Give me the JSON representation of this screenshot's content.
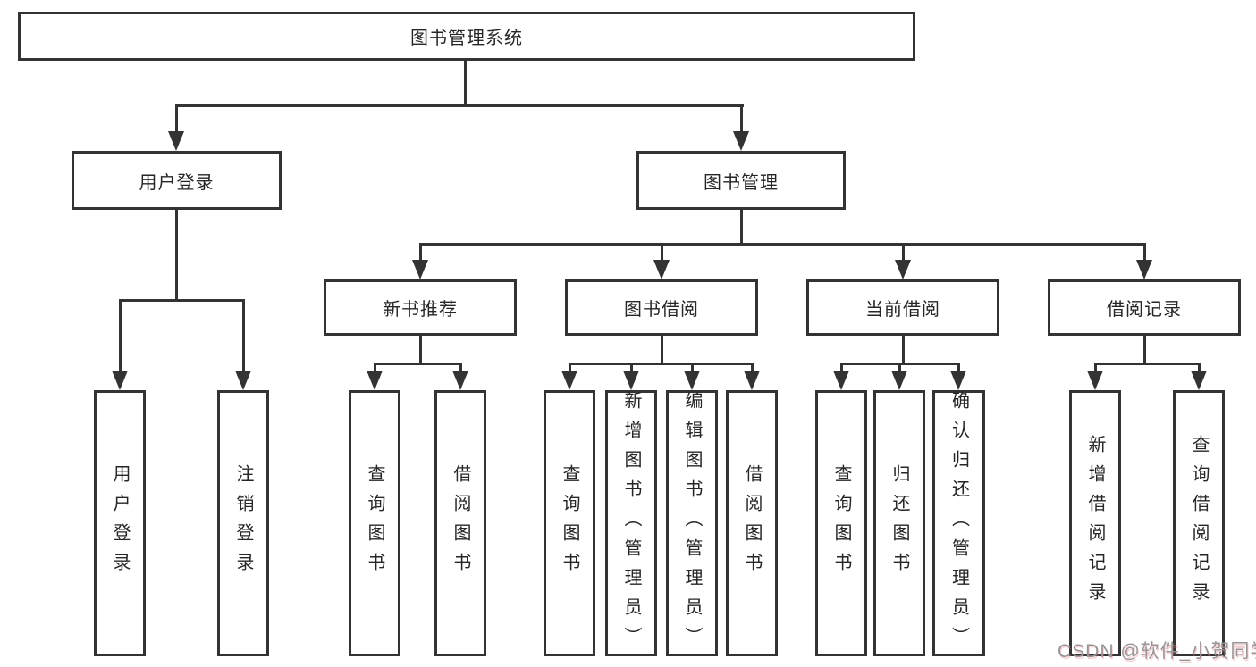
{
  "diagram": {
    "type": "tree",
    "title": "图书管理系统",
    "nodes": {
      "root": "图书管理系统",
      "user_login": "用户登录",
      "book_mgmt": "图书管理",
      "new_book": "新书推荐",
      "book_borrow": "图书借阅",
      "current_borrow": "当前借阅",
      "borrow_record": "借阅记录",
      "leaf_user_login": "用户登录",
      "leaf_logout": "注销登录",
      "leaf_nb_query": "查询图书",
      "leaf_nb_borrow": "借阅图书",
      "leaf_bb_query": "查询图书",
      "leaf_bb_add": "新增图书（管理员）",
      "leaf_bb_edit": "编辑图书（管理员）",
      "leaf_bb_borrow": "借阅图书",
      "leaf_cb_query": "查询图书",
      "leaf_cb_return": "归还图书",
      "leaf_cb_confirm": "确认归还（管理员）",
      "leaf_br_add": "新增借阅记录",
      "leaf_br_query": "查询借阅记录"
    },
    "hierarchy": {
      "图书管理系统": {
        "用户登录": [
          "用户登录",
          "注销登录"
        ],
        "图书管理": {
          "新书推荐": [
            "查询图书",
            "借阅图书"
          ],
          "图书借阅": [
            "查询图书",
            "新增图书（管理员）",
            "编辑图书（管理员）",
            "借阅图书"
          ],
          "当前借阅": [
            "查询图书",
            "归还图书",
            "确认归还（管理员）"
          ],
          "借阅记录": [
            "新增借阅记录",
            "查询借阅记录"
          ]
        }
      }
    },
    "colors": {
      "line": "#333333",
      "text": "#262626",
      "background": "#ffffff",
      "watermark_gray": "#969696"
    }
  },
  "watermark": "CSDN @软件_小贺同学"
}
